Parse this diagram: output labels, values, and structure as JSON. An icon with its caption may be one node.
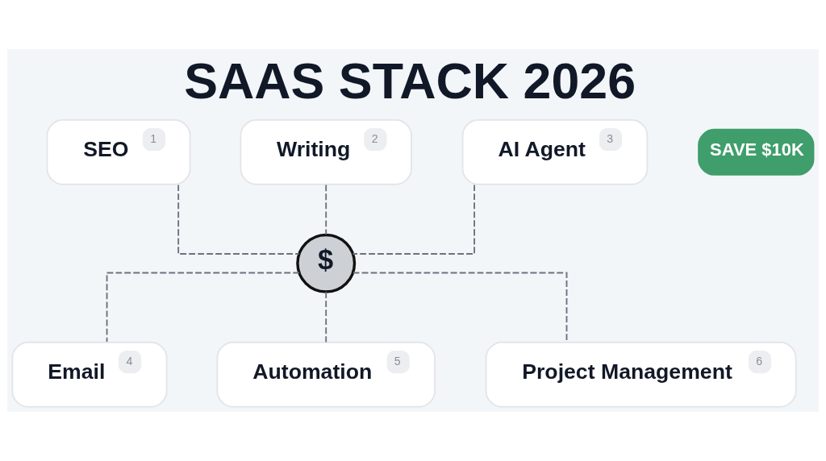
{
  "diagram": {
    "title": "SAAS STACK 2026",
    "nodes": [
      {
        "text": [
          "SAVE $10K"
        ]
      },
      {
        "text": [
          "SEO",
          "1"
        ]
      },
      {
        "text": [
          "Writing",
          "2"
        ]
      },
      {
        "text": [
          "AI Agent",
          "3"
        ]
      },
      {
        "text": [
          "$"
        ]
      },
      {
        "text": [
          "Email",
          "4"
        ]
      },
      {
        "text": [
          "Automation",
          "5"
        ]
      },
      {
        "text": [
          "Project Management",
          "6"
        ]
      }
    ],
    "edges": [
      {
        "from": 1,
        "to": 4,
        "arrow": "none",
        "style": "dashed"
      },
      {
        "from": 2,
        "to": 4,
        "arrow": "none",
        "style": "dashed"
      },
      {
        "from": 3,
        "to": 4,
        "arrow": "none",
        "style": "dashed"
      },
      {
        "from": 4,
        "to": 5,
        "arrow": "none",
        "style": "dashed"
      },
      {
        "from": 4,
        "to": 6,
        "arrow": "none",
        "style": "dashed"
      },
      {
        "from": 4,
        "to": 7,
        "arrow": "none",
        "style": "dashed"
      }
    ]
  }
}
